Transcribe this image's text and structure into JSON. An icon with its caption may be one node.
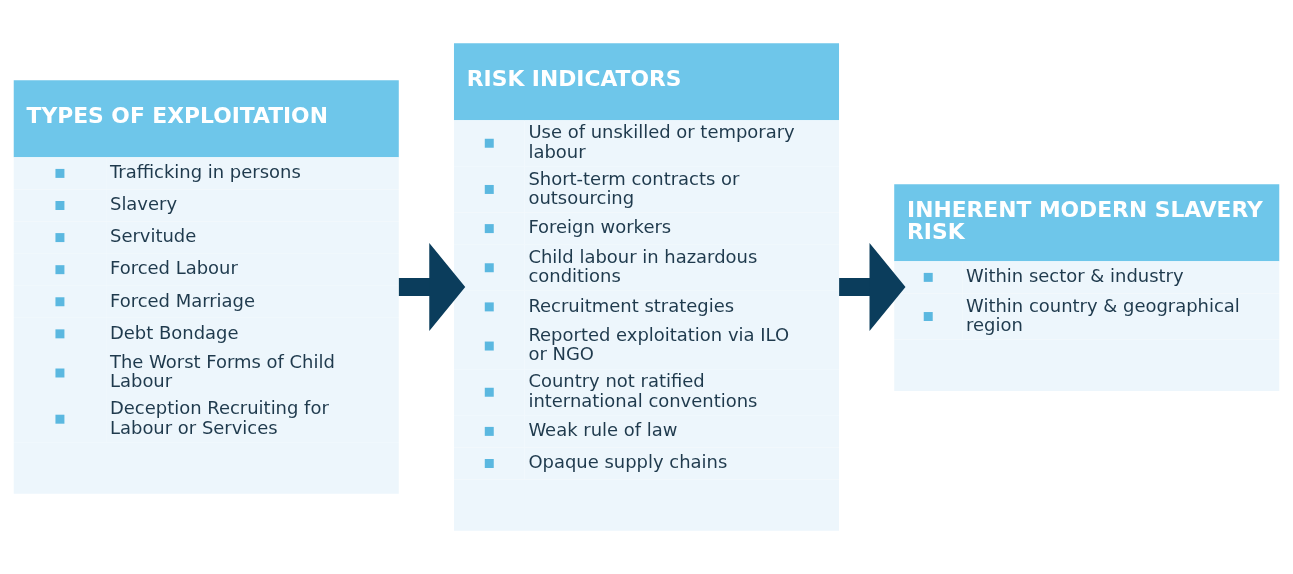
{
  "diagram": {
    "nodes": [
      {
        "text": [
          "TYPES OF EXPLOITATION",
          "Trafficking in persons",
          "Slavery",
          "Servitude",
          "Forced Labour",
          "Forced Marriage",
          "Debt Bondage",
          "The Worst Forms of Child Labour",
          "Deception Recruiting for Labour or Services"
        ]
      },
      {
        "text": [
          "RISK INDICATORS",
          "Use of unskilled or temporary labour",
          "Short-term contracts or outsourcing",
          "Foreign workers",
          "Child labour in hazardous conditions",
          "Recruitment strategies",
          "Reported exploitation via ILO or NGO",
          "Country not ratified international conventions",
          "Weak rule of law",
          "Opaque supply chains"
        ]
      },
      {
        "text": [
          "INHERENT MODERN SLAVERY RISK",
          "Within sector & industry",
          "Within country & geographical region"
        ]
      }
    ],
    "edges": [
      {
        "from": 0,
        "to": 1,
        "arrow": "to"
      },
      {
        "from": 1,
        "to": 2,
        "arrow": "to"
      }
    ]
  }
}
